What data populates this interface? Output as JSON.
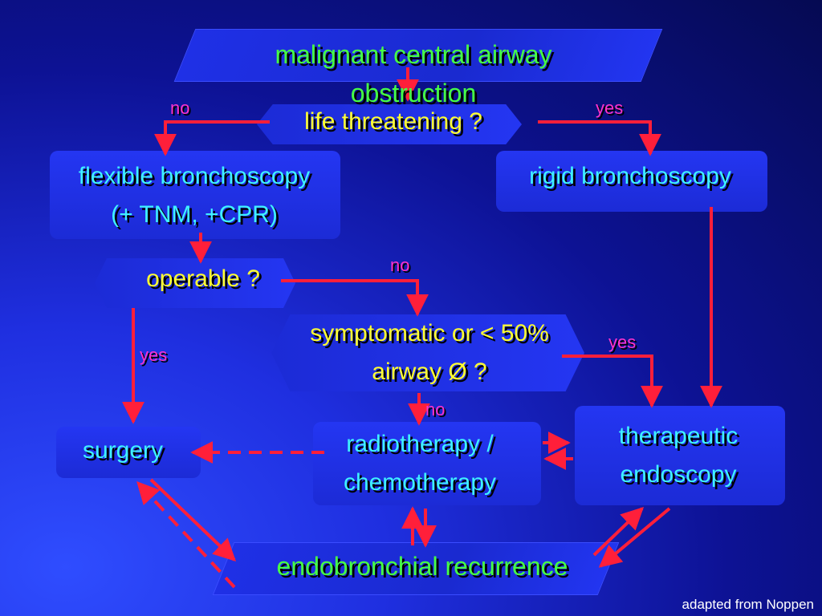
{
  "nodes": {
    "malignant_obstruction": "malignant central airway obstruction",
    "life_threatening": "life threatening ?",
    "flexible_bronchoscopy": "flexible bronchoscopy (+ TNM, +CPR)",
    "rigid_bronchoscopy": "rigid bronchoscopy",
    "operable": "operable ?",
    "symptomatic": "symptomatic or < 50% airway Ø ?",
    "surgery": "surgery",
    "radiochemo": "radiotherapy / chemotherapy",
    "therapeutic_endoscopy": "therapeutic endoscopy",
    "endobronchial_recurrence": "endobronchial recurrence"
  },
  "edge_labels": {
    "life_no": "no",
    "life_yes": "yes",
    "operable_no": "no",
    "operable_yes": "yes",
    "symptomatic_yes": "yes",
    "symptomatic_no": "no"
  },
  "credit": "adapted from Noppen",
  "colors": {
    "arrow": "#ff1f3a",
    "node_text_green": "#46ff46",
    "node_text_yellow": "#ffff33",
    "node_text_cyan": "#3ff2ff",
    "edge_label": "#ff33cc"
  }
}
